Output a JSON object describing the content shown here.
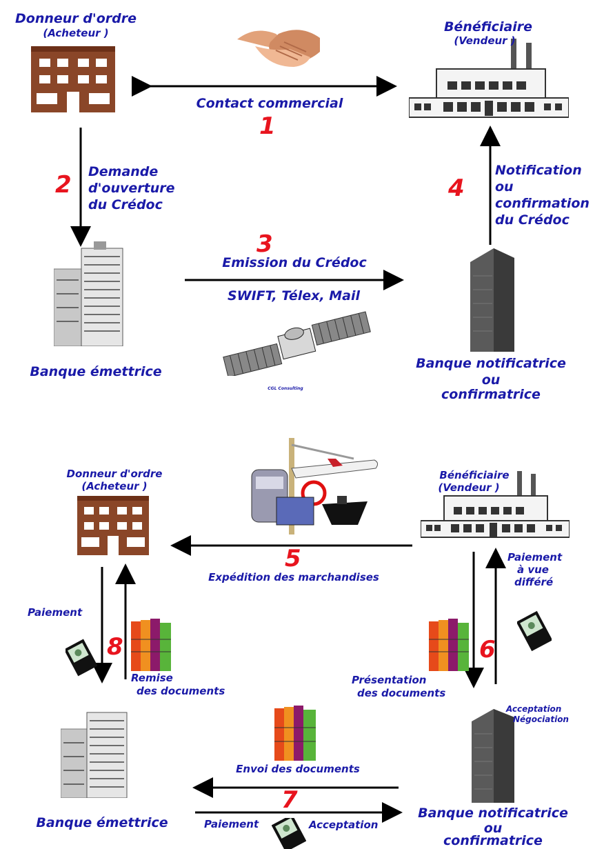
{
  "top": {
    "buyer_title": "Donneur d'ordre",
    "buyer_sub": "(Acheteur )",
    "seller_title": "Bénéficiaire",
    "seller_sub": "(Vendeur )",
    "step1_label": "Contact commercial",
    "step1_num": "1",
    "step2_num": "2",
    "step2_line1": "Demande",
    "step2_line2": "d'ouverture",
    "step2_line3": "du Crédoc",
    "step3_num": "3",
    "step3_label": "Emission du Crédoc",
    "step3_channels": "SWIFT, Télex, Mail",
    "step4_num": "4",
    "step4_line1": "Notification",
    "step4_line2": "ou",
    "step4_line3": "confirmation",
    "step4_line4": "du Crédoc",
    "issuing_bank": "Banque émettrice",
    "notif_bank_line1": "Banque notificatrice",
    "notif_bank_line2": "ou",
    "notif_bank_line3": "confirmatrice",
    "credit": "CGL Consulting"
  },
  "bottom": {
    "buyer_title": "Donneur d'ordre",
    "buyer_sub": "(Acheteur )",
    "seller_title": "Bénéficiaire",
    "seller_sub": "(Vendeur )",
    "step5_num": "5",
    "step5_label": "Expédition des marchandises",
    "seller_pay_line1": "Paiement",
    "seller_pay_line2": "à vue",
    "seller_pay_line3": "différé",
    "step6_num": "6",
    "presentation_line1": "Présentation",
    "presentation_line2": "des documents",
    "accept_line1": "Acceptation",
    "accept_line2": "Négociation",
    "buyer_pay": "Paiement",
    "step8_num": "8",
    "remise_line1": "Remise",
    "remise_line2": "des documents",
    "envoi": "Envoi des documents",
    "step7_num": "7",
    "pay7": "Paiement",
    "accept7": "Acceptation",
    "issuing_bank": "Banque émettrice",
    "notif_bank_line1": "Banque notificatrice",
    "notif_bank_line2": "ou",
    "notif_bank_line3": "confirmatrice"
  },
  "colors": {
    "label": "#1a1aa8",
    "number": "#e8141e",
    "arrow": "#000000"
  },
  "icons": [
    "handshake-icon",
    "office-building-icon",
    "factory-icon",
    "bank-tower-icon",
    "skyscraper-icon",
    "satellite-icon",
    "transport-collage-icon",
    "document-binders-icon",
    "money-stack-icon"
  ]
}
